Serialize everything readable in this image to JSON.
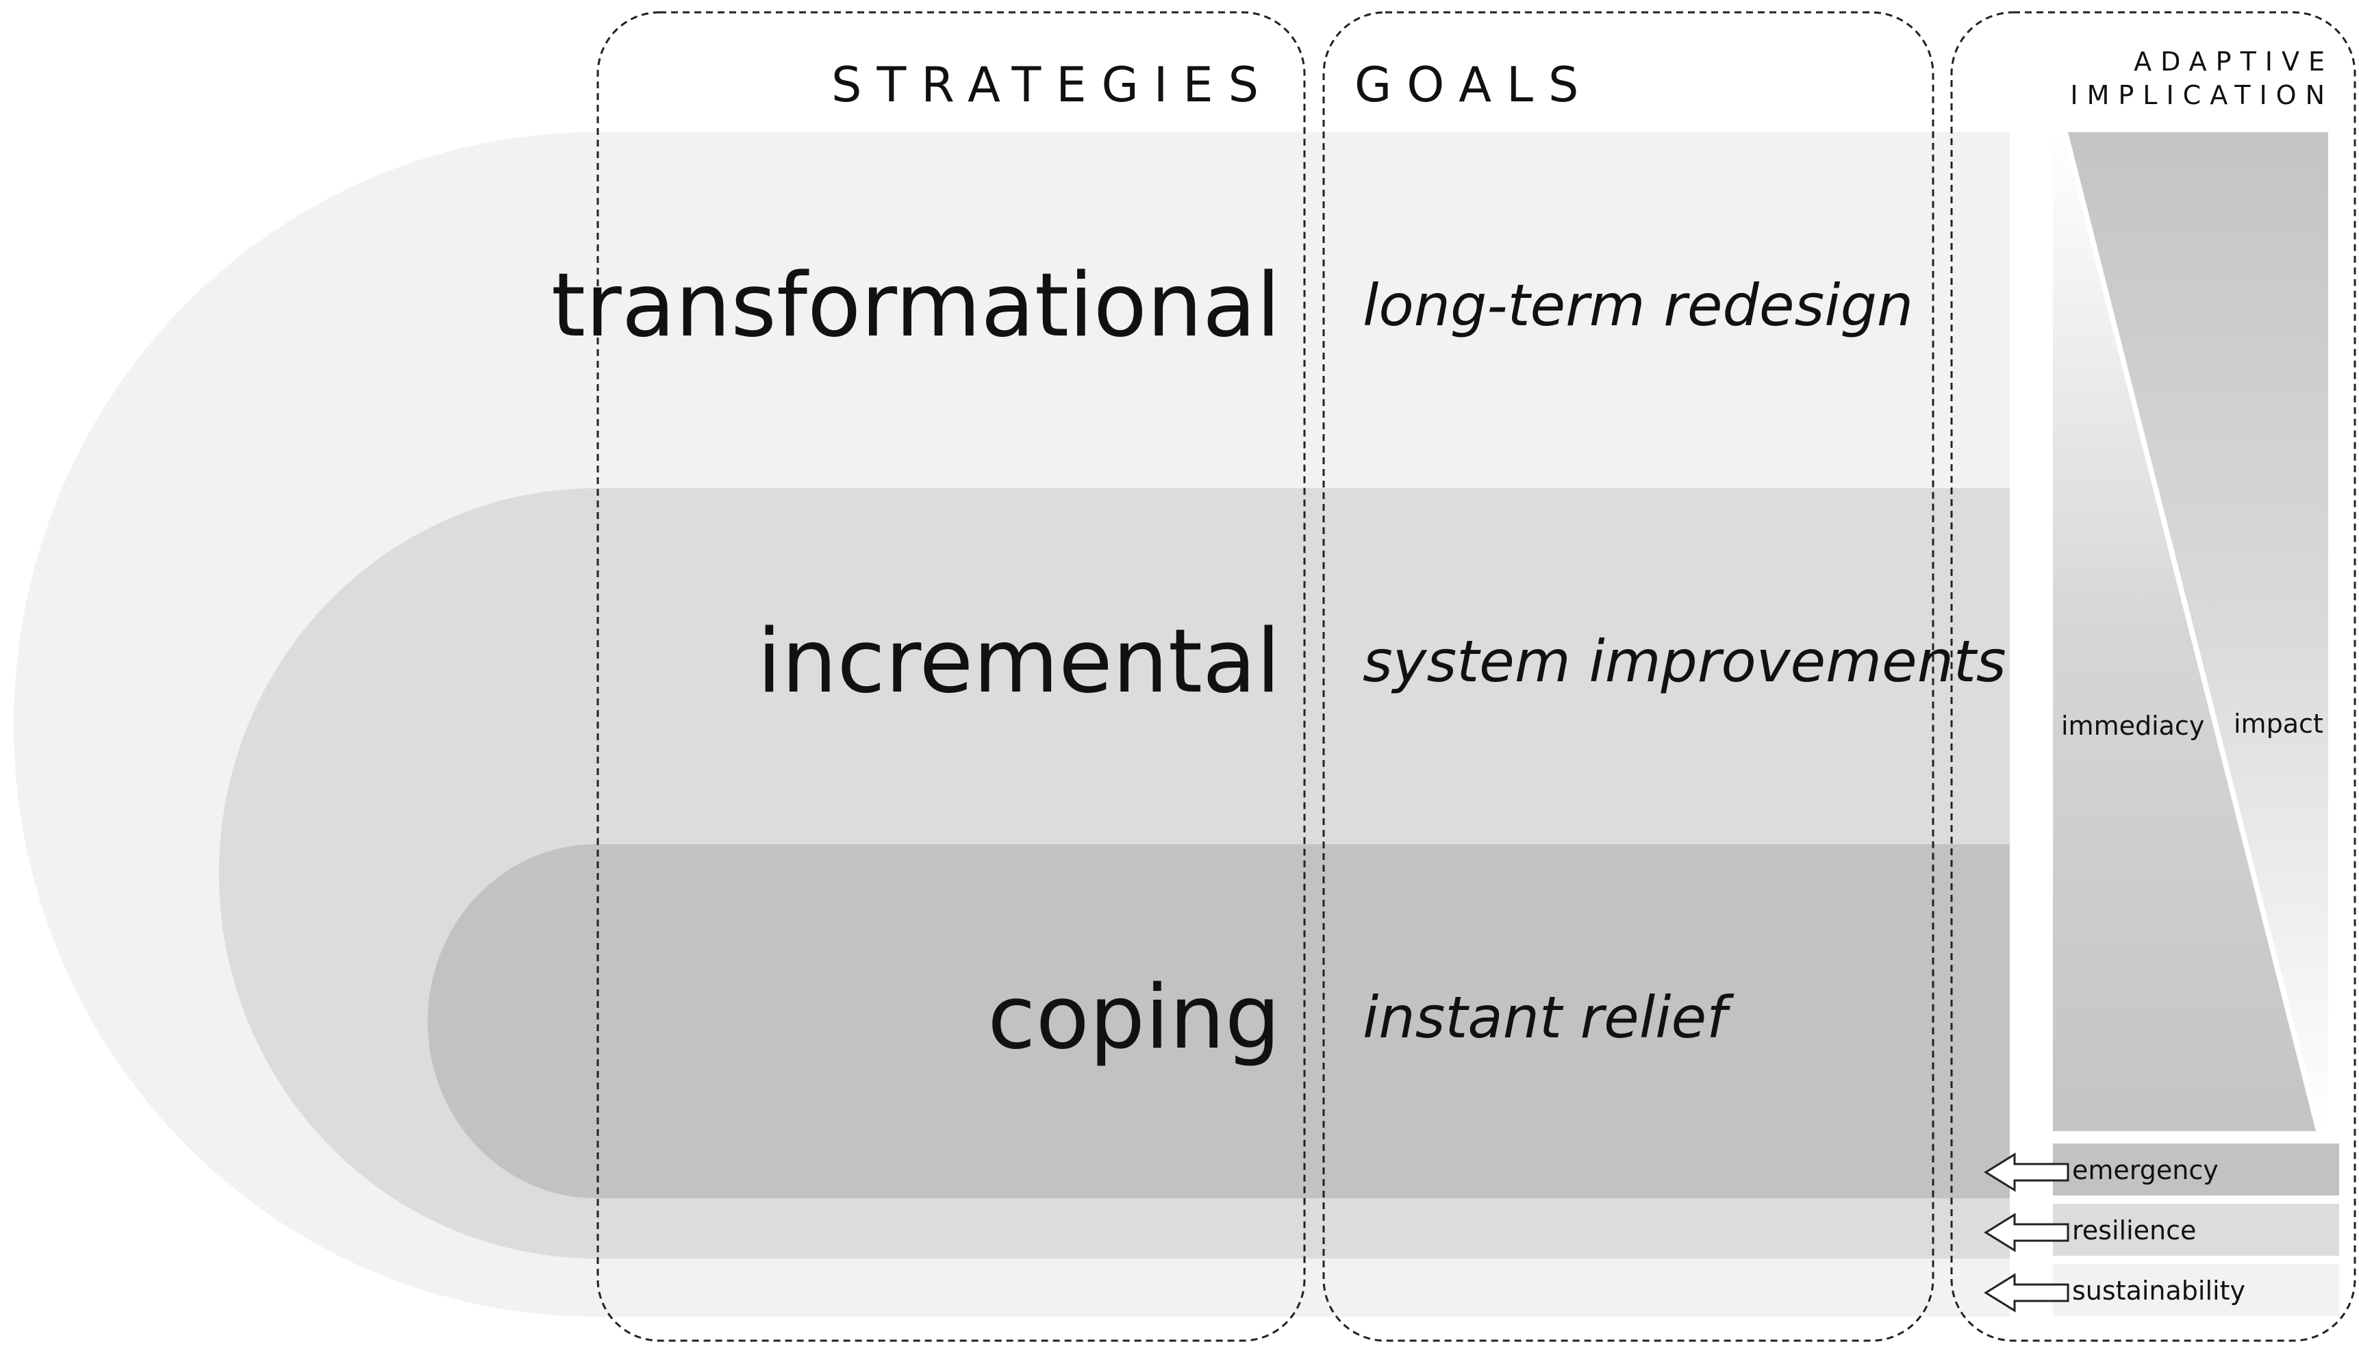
{
  "headers": {
    "strategies": "STRATEGIES",
    "goals": "GOALS",
    "adaptive_line1": "ADAPTIVE",
    "adaptive_line2": "IMPLICATION"
  },
  "levels": [
    {
      "strategy": "transformational",
      "goal": "long-term redesign",
      "implication": "sustainability"
    },
    {
      "strategy": "incremental",
      "goal": "system improvements",
      "implication": "resilience"
    },
    {
      "strategy": "coping",
      "goal": "instant relief",
      "implication": "emergency"
    }
  ],
  "scale": {
    "left_label": "immediacy",
    "right_label": "impact"
  },
  "colors": {
    "outer_band": "#f2f2f2",
    "middle_band": "#dcdcdc",
    "inner_band": "#c2c2c2",
    "wedge": "#c8c8c8",
    "dashed_border": "#222222"
  }
}
